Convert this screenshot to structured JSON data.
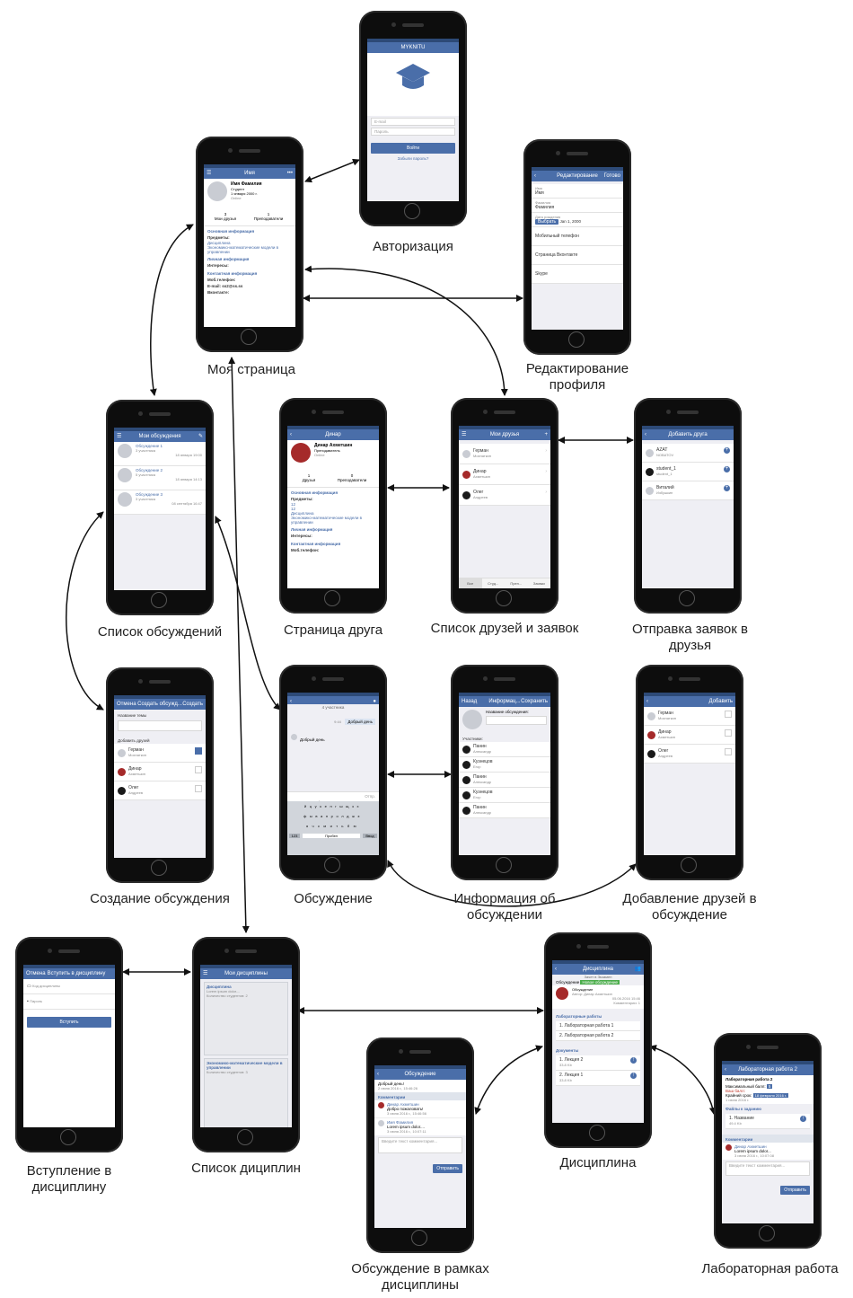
{
  "labels": {
    "auth": "Авторизация",
    "my_page": "Моя страница",
    "edit_profile_1": "Редактирование",
    "edit_profile_2": "профиля",
    "discussions_list": "Список обсуждений",
    "friend_page": "Страница друга",
    "friends_requests": "Список друзей и заявок",
    "send_requests_1": "Отправка заявок в",
    "send_requests_2": "друзья",
    "create_discussion": "Создание обсуждения",
    "discussion": "Обсуждение",
    "discussion_info_1": "Информация об",
    "discussion_info_2": "обсуждении",
    "add_friends_disc_1": "Добавление друзей в",
    "add_friends_disc_2": "обсуждение",
    "join_discipline_1": "Вступление в",
    "join_discipline_2": "дисциплину",
    "disciplines_list": "Список дициплин",
    "discipline": "Дисциплина",
    "disc_in_discipline_1": "Обсуждение в рамках",
    "disc_in_discipline_2": "дисциплины",
    "lab_work": "Лабораторная работа"
  },
  "auth": {
    "title": "MYKNITU",
    "email": "E-mail",
    "password": "Пароль",
    "login": "Войти",
    "forgot": "Забыли пароль?"
  },
  "my_page": {
    "title": "Имя",
    "name": "Имя Фамилия",
    "role": "Студент",
    "birth": "1 января 2000 г.",
    "status": "Online",
    "stat1_num": "3",
    "stat1_label": "Мои друзья",
    "stat2_num": "1",
    "stat2_label": "Преподаватели",
    "sec_main": "Основная информация",
    "subjects": "Предметы:",
    "subj1": "Дисциплина",
    "subj2": "Экономико-математические модели в",
    "subj3": "управлении",
    "sec_personal": "Личная информация",
    "interests": "Интересы:",
    "sec_contacts": "Контактная информация",
    "phone": "Моб.телефон:",
    "email": "E-mail: ss2@ss.ss",
    "vk": "Вконтакте:"
  },
  "edit_profile": {
    "title": "Редактирование",
    "right": "Готово",
    "f1_label": "Имя",
    "f1_value": "Имя",
    "f2_label": "Фамилия",
    "f2_value": "Фамилия",
    "birth_label": "Дата рождения",
    "choose": "Выбрать",
    "birth_value": "Jan 1, 2000",
    "phone": "Мобильный телефон",
    "vk": "Страница Вконтакте",
    "skype": "Skype"
  },
  "discussions": {
    "title": "Мои обсуждения",
    "items": [
      {
        "name": "Обсуждение 1",
        "count": "3 участника",
        "date": "18 января 19:00"
      },
      {
        "name": "Обсуждение 2",
        "count": "5 участника",
        "date": "18 января 14:13"
      },
      {
        "name": "Обсуждение 3",
        "count": "3 участника",
        "date": "08 сентября 16:47"
      }
    ]
  },
  "friend_page": {
    "title": "Динар",
    "name": "Динар Ахметшин",
    "role": "Преподаватель",
    "status": "Online",
    "stat1_num": "1",
    "stat1_label": "Друзья",
    "stat2_num": "0",
    "stat2_label": "Преподаватели",
    "sec_main": "Основная информация",
    "subjects": "Предметы:",
    "s1": "12",
    "s2": "12",
    "s3": "Дисциплина",
    "s4": "Экономико-математические модели в",
    "s5": "управлении",
    "sec_personal": "Личная информация",
    "interests": "Интересы:",
    "sec_contacts": "Контактная информация",
    "phone": "Моб.телефон:"
  },
  "friends": {
    "title": "Мои друзья",
    "items": [
      {
        "name": "Герман",
        "sub": "Мохнаткин"
      },
      {
        "name": "Динар",
        "sub": "Ахметшин"
      },
      {
        "name": "Олег",
        "sub": "Андреев"
      }
    ],
    "tabs": [
      "Все",
      "Студ...",
      "Преп...",
      "Заявки"
    ]
  },
  "send_requests": {
    "title": "Добавить друга",
    "items": [
      {
        "name": "AZAT",
        "sub": "NOBATOV"
      },
      {
        "name": "student_1",
        "sub": "student_1"
      },
      {
        "name": "Виталий",
        "sub": "Избушкин"
      }
    ]
  },
  "create_discussion": {
    "left": "Отмена",
    "title": "Создать обсужд...",
    "right": "Создать",
    "topic_label": "Название темы",
    "add_friends": "Добавить друзей",
    "items": [
      {
        "name": "Герман",
        "sub": "Мохнаткин"
      },
      {
        "name": "Динар",
        "sub": "Ахметшин"
      },
      {
        "name": "Олег",
        "sub": "Андреев"
      }
    ]
  },
  "discussion": {
    "participants": "4 участника",
    "msg_mine": "Добрый день",
    "msg_time": "9:44",
    "msg_other": "Добрый день",
    "placeholder": "Напишите сообщение...",
    "send": "Отпр.",
    "row1": "йцукенгшщзх",
    "row2": "фывапролджэ",
    "row3": "ячсмитьбю",
    "space": "Пробел",
    "num": "123",
    "enter": "Ввод"
  },
  "disc_info": {
    "left": "Назад",
    "title": "Информац...",
    "right": "Сохранить",
    "name_label": "Название обсуждения:",
    "participants": "Участники:",
    "items": [
      {
        "name": "Панин",
        "sub": "Александр"
      },
      {
        "name": "Кузнецов",
        "sub": "Егор"
      },
      {
        "name": "Панин",
        "sub": "Александр"
      },
      {
        "name": "Кузнецов",
        "sub": "Егор"
      },
      {
        "name": "Панин",
        "sub": "Александр"
      }
    ]
  },
  "add_friends_disc": {
    "title": "Добавить",
    "items": [
      {
        "name": "Герман",
        "sub": "Мохнаткин"
      },
      {
        "name": "Динар",
        "sub": "Ахметшин"
      },
      {
        "name": "Олег",
        "sub": "Андреев"
      }
    ]
  },
  "join_discipline": {
    "left": "Отмена",
    "title": "Вступить в дисциплину",
    "code": "Код дисциплины",
    "password": "Пароль",
    "button": "Вступить"
  },
  "disciplines": {
    "title": "Мои дисциплины",
    "items": [
      {
        "name": "Дисциплина",
        "desc": "Lorem ipsum dolor....",
        "count": "Количество студентов: 2"
      },
      {
        "name": "Экономико-математические модели в управлении",
        "desc": "",
        "count": "Количество студентов: 3"
      }
    ]
  },
  "discipline": {
    "title": "Дисциплина",
    "subtitle": "Зачет в Экзамен",
    "disc_label": "Обсуждение",
    "new_disc": "Новое обсуждение",
    "disc_name": "Обсуждение",
    "author": "Автор: Динар Ахметшин",
    "date": "05.06.2016 15:46",
    "comments": "Комментарии: 1",
    "labs_label": "Лабораторные работы",
    "lab1": "1. Лабораторная работа 1",
    "lab2": "2. Лабораторная работа 2",
    "docs_label": "Документы",
    "doc1": "1. Лекция 2",
    "doc1_size": "33.8 Kb",
    "doc2": "2. Лекция 1",
    "doc2_size": "33.8 Kb"
  },
  "disc_in_disc": {
    "title": "Обсуждение",
    "greeting": "Добрый день!",
    "date": "2 июня 2016 г., 15:46:26",
    "comments": "Комментарии",
    "c1_name": "Динар Ахметшин",
    "c1_text": "Добро пожаловать!",
    "c1_date": "3 июня 2016 г., 15:46:56",
    "c2_name": "Имя Фамилия",
    "c2_text": "Lorem ipsum dolor....",
    "c2_date": "3 июня 2016 г., 10:07:11",
    "placeholder": "Введите текст комментария...",
    "send": "Отправить"
  },
  "lab": {
    "title": "Лабораторная работа 2",
    "name": "Лабораторная работа 2",
    "max_score": "Максимальный балл:",
    "max_val": "5",
    "your_score": "Ваш балл:",
    "deadline": "Крайний срок:",
    "deadline_val": "18 февраля 2016 г.",
    "deadline_date": "1 июня 2016 г.",
    "files": "Файлы к заданию",
    "file1": "1. Название",
    "file1_size": "49.4 Kb",
    "comments": "Комментарии",
    "c1_name": "Динар Ахметшин",
    "c1_text": "Lorem ipsum dolor...",
    "c1_date": "3 июня 2016 г., 10:07:08",
    "placeholder": "Введите текст комментария...",
    "send": "Отправить"
  },
  "icons": {
    "menu": "menu-icon",
    "back": "back-arrow-icon",
    "cap": "graduation-cap-icon",
    "upload": "cloud-upload-icon"
  },
  "colors": {
    "accent": "#4a6ea9",
    "status_bar": "#2d4a77",
    "phone_body": "#0d0d0d"
  }
}
